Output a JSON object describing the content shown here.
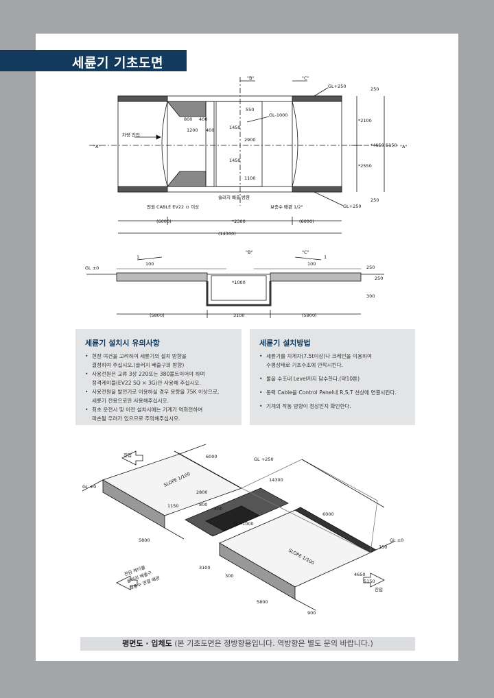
{
  "title": "세륜기 기초도면",
  "plan": {
    "label_b": "\"B\"",
    "label_c": "\"C\"",
    "label_a": "\"A\"",
    "gl_top": "GL+250",
    "gl_bottom": "GL+250",
    "gl_center": "GL-1000",
    "entry": "차량 진입",
    "cable": "전원 CABLE EV22 ㅁ 이상",
    "sludge": "슬러지 배출 방향",
    "supply": "보충수 배관 1/2\"",
    "d800": "800",
    "d400a": "400",
    "d1200": "1200",
    "d400b": "400",
    "d550": "550",
    "d1450a": "1450",
    "d2900": "2900",
    "d1450b": "1450",
    "d1100": "1100",
    "d2100": "*2100",
    "d2550": "*2550",
    "d4650": "*4650",
    "d5150": "5150",
    "d250a": "250",
    "d250b": "250",
    "d6000a": "(6000)",
    "d2300": "*2300",
    "d6000b": "(6000)",
    "d14300": "(14300)"
  },
  "section": {
    "gl": "GL ±0",
    "slope1": "1",
    "slope100a": "100",
    "slope100b": "100",
    "slope1b": "1",
    "d1000": "*1000",
    "d250a": "250",
    "d250b": "250",
    "d300": "300",
    "d5800a": "(5800)",
    "d3100": "3100",
    "d5800b": "(5800)",
    "label_b": "\"B\"",
    "label_c": "\"C\""
  },
  "notes_left": {
    "heading": "세륜기 설치시 유의사항",
    "items": [
      "현장 여건을 고려하여 세륜기의 설치 방향을",
      "결정하여 주십시오.(슬러지 배출구의 방향)",
      "사용전원은 교류 3상 220또는 380볼트이어야 하며",
      "정격케이블(EV22 SQ × 3G)만 사용해 주십시오.",
      "사용전원을 발전기로 이용하실 경우 용량을 75K 이상으로,",
      "세륜기 전용으로만 사용해주십시오.",
      "최초 운전시 및 이전 설치시에는 기계가 역회전하여",
      "파손될 우려가 있으므로 주의해주십시오."
    ]
  },
  "notes_right": {
    "heading": "세륜기 설치방법",
    "items": [
      "세륜기를 지게차(7.5t이상)나 크레인을 이용하여",
      "수평상태로 기초수조에 안착시킨다.",
      "물을 수조내 Level까지 담수한다.(약10톤)",
      "동력 Cable을  Control Panel내 R,S,T 선상에 연결시킨다.",
      "기계의 작동 방향이 정상인지 확인한다."
    ]
  },
  "iso": {
    "gl_left": "GL ±0",
    "gl_top": "GL +250",
    "gl_center": "GL -1000",
    "gl_right": "GL ±0",
    "slope_a": "SLOPE 1/100",
    "slope_b": "SLOPE 1/100",
    "d6000a": "6000",
    "d14300": "14300",
    "d6000b": "6000",
    "d5800a": "5800",
    "d5800b": "5800",
    "d3100": "3100",
    "d2800": "2800",
    "d1150": "1150",
    "d800": "800",
    "d400": "400",
    "d4650": "4650",
    "d5150": "5150",
    "d250": "250",
    "d300": "300",
    "d900": "900",
    "annot": [
      "전원 케이블",
      "슬러지 배출구",
      "보충수 연결 배관"
    ],
    "dir_in": "진입",
    "dir_out": "진입"
  },
  "caption": {
    "bold": "평면도 · 입체도",
    "rest": " (본 기초도면은 정방향용입니다. 역방향은 별도 문의 바랍니다.)"
  },
  "colors": {
    "navy": "#133a5c",
    "panel": "#e3e4e6",
    "frame": "#a2a6a9"
  }
}
